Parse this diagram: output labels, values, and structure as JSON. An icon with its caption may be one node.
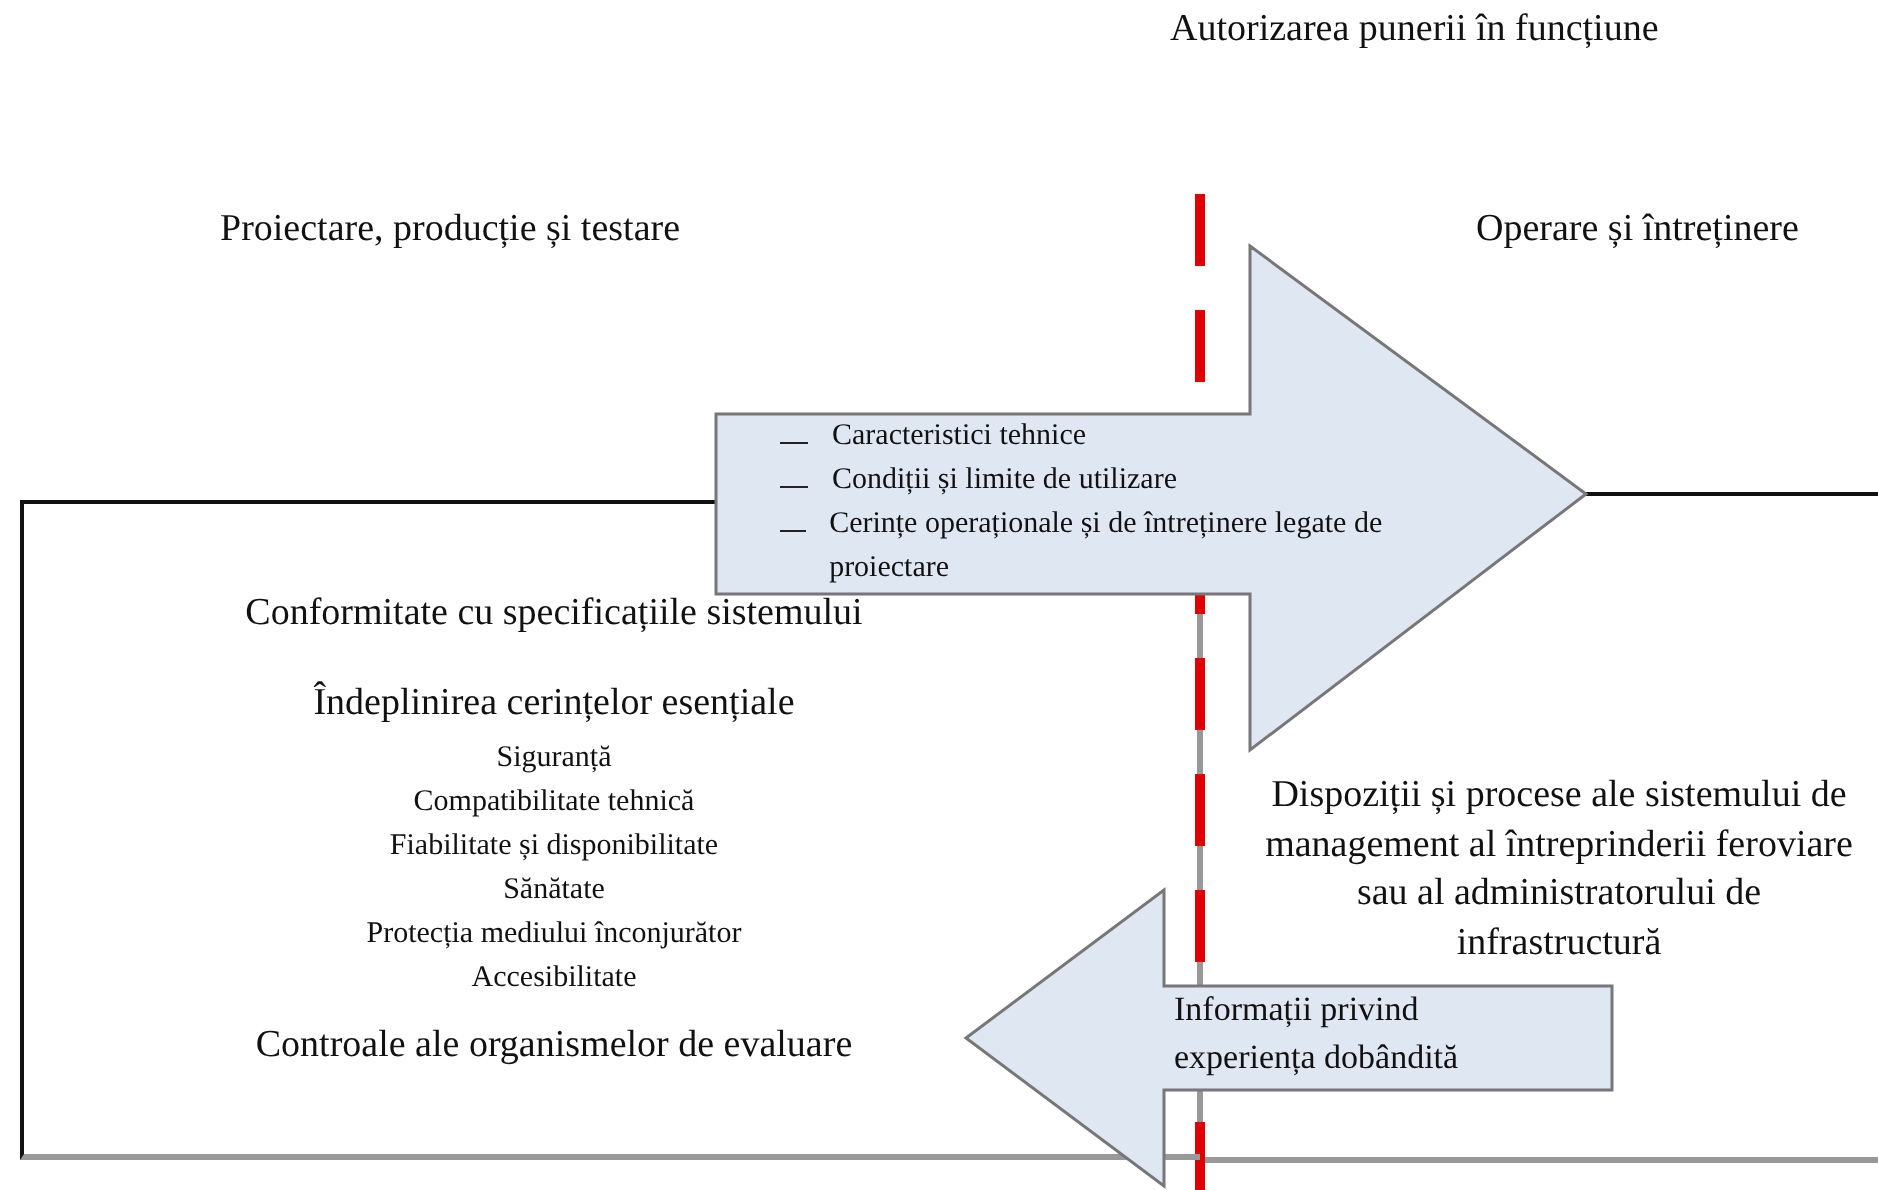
{
  "diagram": {
    "nodes": [
      {
        "text": [
          "Conformitate cu specificațiile sistemului",
          "Îndeplinirea cerințelor esențiale",
          "Siguranță",
          "Compatibilitate tehnică",
          "Fiabilitate și disponibilitate",
          "Sănătate",
          "Protecția mediului înconjurător",
          "Accesibilitate",
          "Controale ale organismelor de evaluare"
        ]
      },
      {
        "text": [
          "Dispoziții și procese ale sistemului de management al întreprinderii feroviare sau al administratorului de infrastructură"
        ]
      },
      {
        "text": [
          "Caracteristici tehnice",
          "Condiții și limite de utilizare",
          "Cerințe operaționale și de întreținere legate de proiectare"
        ]
      },
      {
        "text": [
          "Informații privind experiența dobândită"
        ]
      }
    ],
    "labels": [
      "Autorizarea punerii în funcțiune",
      "Proiectare, producție și testare",
      "Operare și întreținere"
    ]
  }
}
